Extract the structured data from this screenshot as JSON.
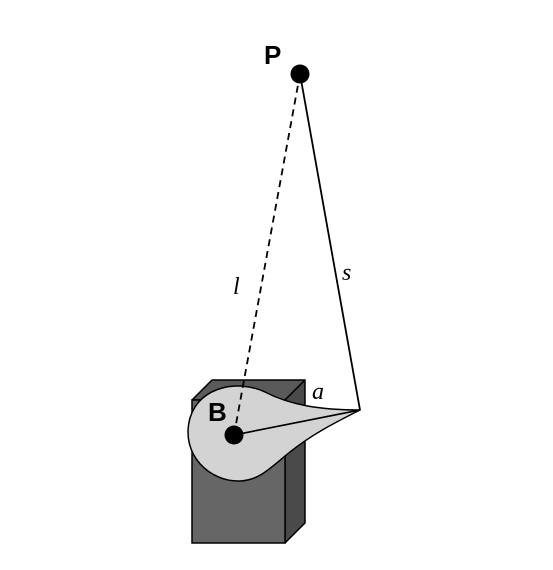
{
  "labels": {
    "point_p": "P",
    "point_b": "B",
    "segment_l": "l",
    "segment_s": "s",
    "segment_a": "a"
  },
  "colors": {
    "background": "#ffffff",
    "box_front": "#666666",
    "box_top": "#5a5a5a",
    "box_side": "#4a4a4a",
    "drop_fill": "#d3d3d3",
    "stroke": "#000000"
  },
  "icons": {
    "box": "3d-box",
    "drop": "teardrop-shape",
    "point": "filled-circle"
  }
}
